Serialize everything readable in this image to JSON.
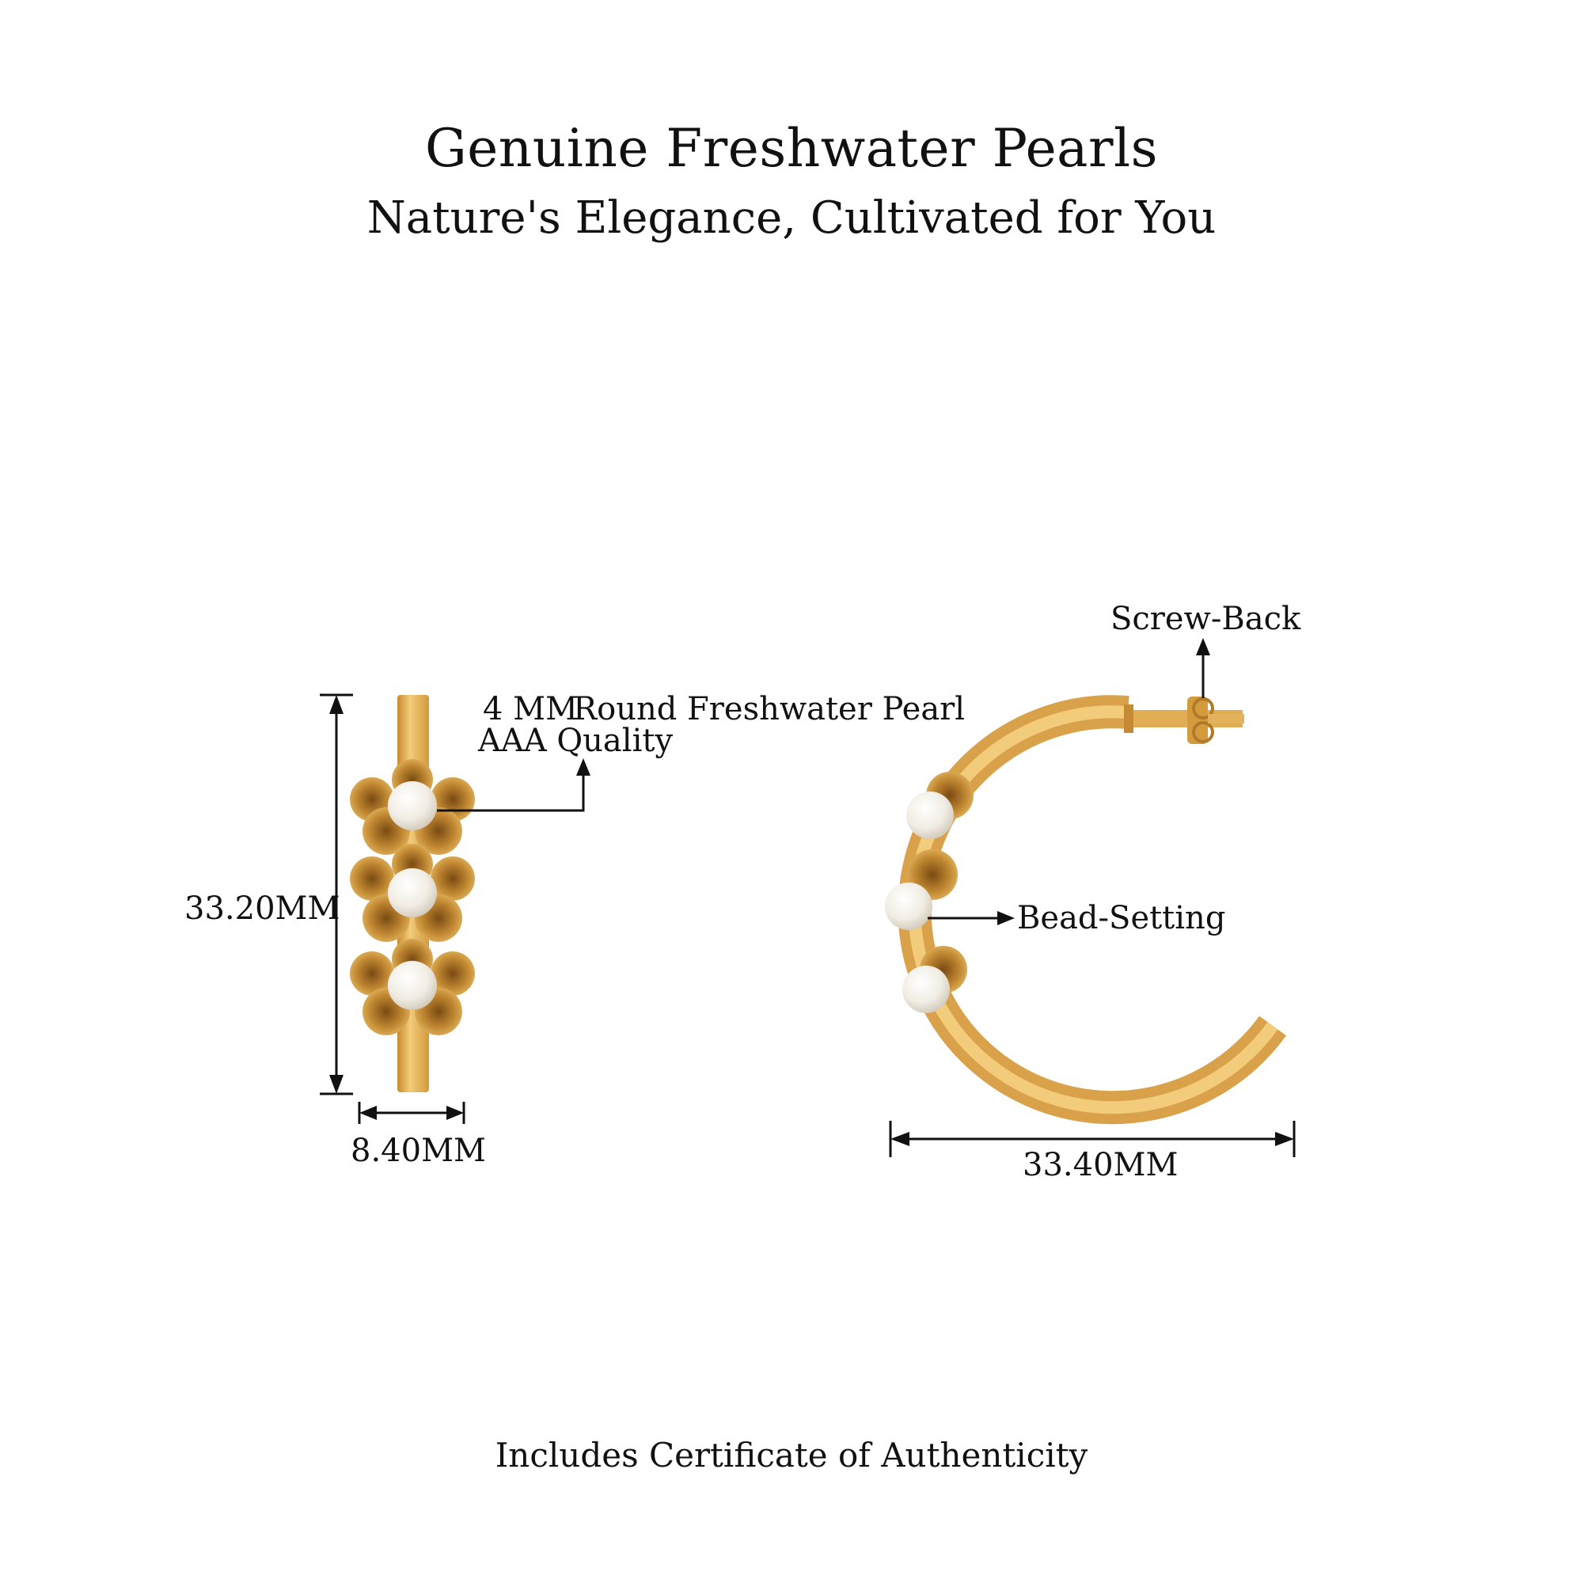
{
  "header": {
    "title": "Genuine Freshwater Pearls",
    "subtitle": "Nature's Elegance, Cultivated for You"
  },
  "side_view": {
    "height_label": "33.20MM",
    "width_label": "8.40MM",
    "pearl_size": "4 MM",
    "pearl_desc": "Round Freshwater Pearl",
    "pearl_quality": "AAA Quality"
  },
  "front_view": {
    "closure_label": "Screw-Back",
    "setting_label": "Bead-Setting",
    "diameter_label": "33.40MM"
  },
  "footer": {
    "note": "Includes Certificate of Authenticity"
  },
  "colors": {
    "gold": "#E6B45A",
    "gold_dark": "#B07A26",
    "pearl": "#F4F1EA",
    "ink": "#111111"
  }
}
